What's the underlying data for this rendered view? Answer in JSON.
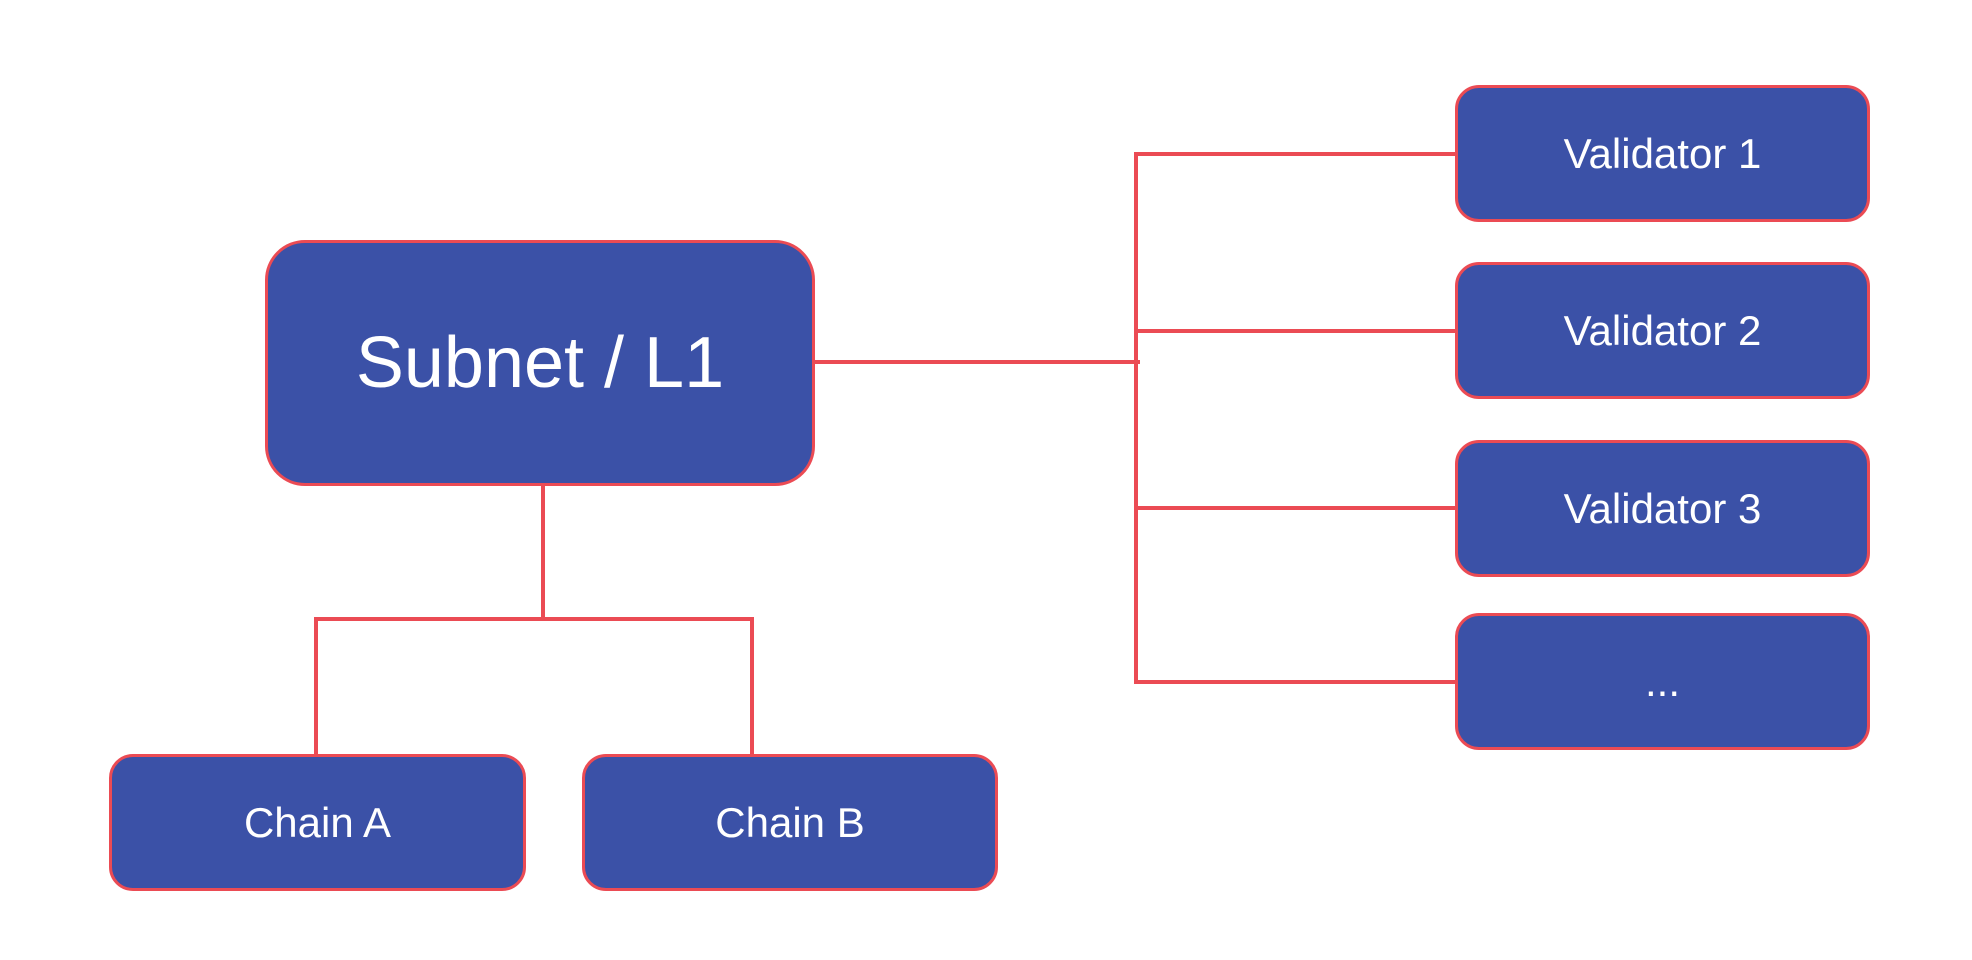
{
  "diagram": {
    "colors": {
      "background": "#ffffff",
      "node_fill": "#3b51a7",
      "line_color": "#eb4b54",
      "text_color": "#ffffff"
    },
    "nodes": {
      "subnet": {
        "label": "Subnet / L1"
      },
      "chain_a": {
        "label": "Chain A"
      },
      "chain_b": {
        "label": "Chain B"
      },
      "validator_1": {
        "label": "Validator 1"
      },
      "validator_2": {
        "label": "Validator 2"
      },
      "validator_3": {
        "label": "Validator 3"
      },
      "validator_more": {
        "label": "..."
      }
    }
  }
}
